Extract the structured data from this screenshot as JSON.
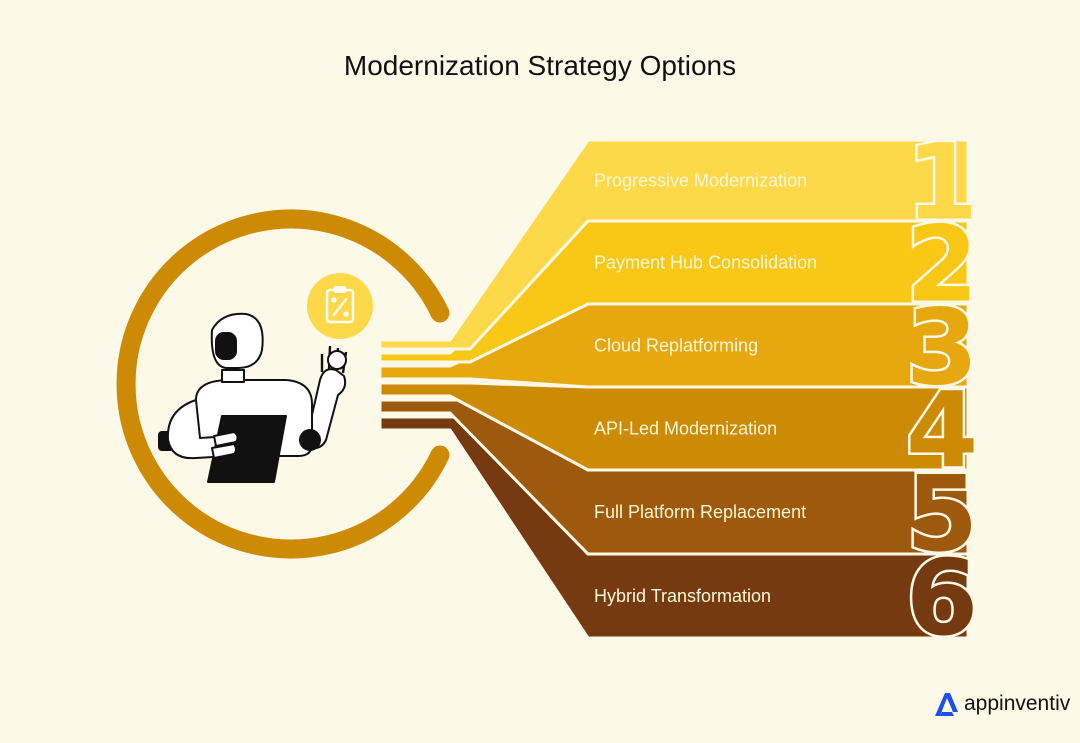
{
  "title": "Modernization Strategy Options",
  "options": [
    {
      "number": "1",
      "label": "Progressive Modernization",
      "color": "#fdd94a"
    },
    {
      "number": "2",
      "label": "Payment Hub Consolidation",
      "color": "#f9c715"
    },
    {
      "number": "3",
      "label": "Cloud Replatforming",
      "color": "#e6a80e"
    },
    {
      "number": "4",
      "label": "API-Led Modernization",
      "color": "#cd8a05"
    },
    {
      "number": "5",
      "label": "Full Platform Replacement",
      "color": "#9e5a0c"
    },
    {
      "number": "6",
      "label": "Hybrid Transformation",
      "color": "#753a10"
    }
  ],
  "colors": {
    "background": "#fdf9e8",
    "ring": "#cd8a05",
    "icon_badge": "#fdd94a",
    "outline": "#fdf9e8",
    "brand_blue": "#1c4ff0"
  },
  "icons": {
    "robot": "robot-icon",
    "clipboard": "clipboard-icon",
    "brand": "appinventiv-logo-icon"
  },
  "brand": {
    "name": "appinventiv"
  }
}
